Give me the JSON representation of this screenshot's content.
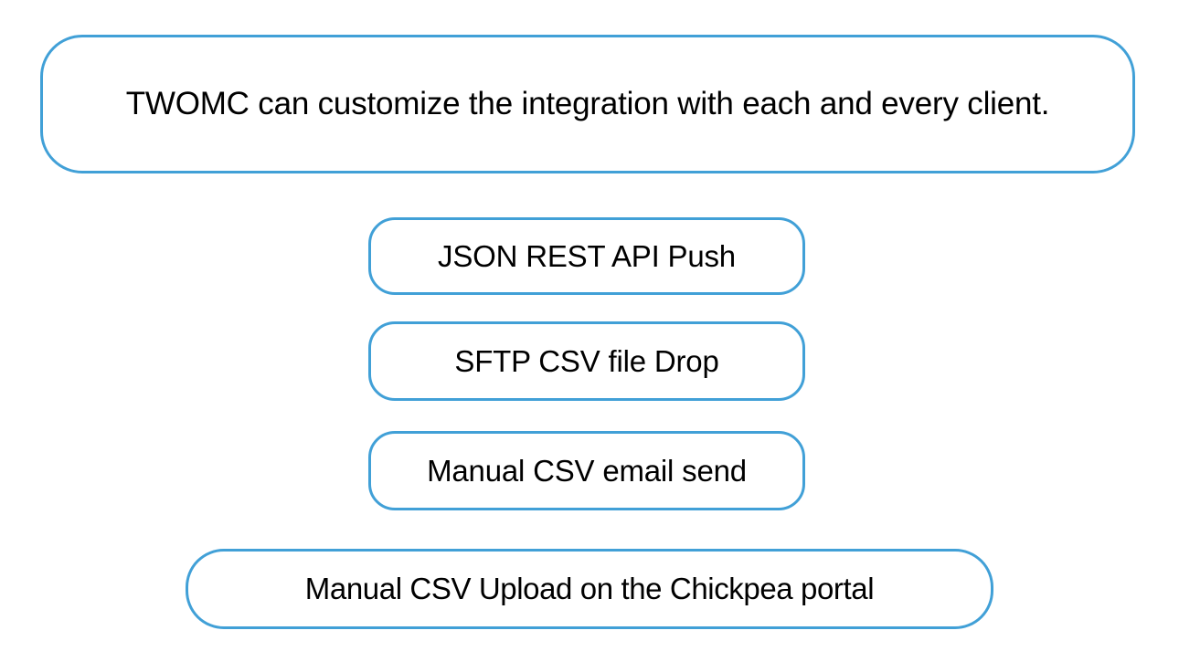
{
  "diagram": {
    "type": "rounded-box-list",
    "background_color": "#FFFFFF",
    "accent_color": "#41A0D7",
    "text_color": "#000000",
    "header": {
      "label": "TWOMC can customize the integration with each and every client."
    },
    "options": [
      {
        "label": "JSON REST API Push"
      },
      {
        "label": "SFTP CSV file Drop"
      },
      {
        "label": "Manual CSV email send"
      },
      {
        "label": "Manual CSV Upload on the Chickpea portal"
      }
    ]
  }
}
